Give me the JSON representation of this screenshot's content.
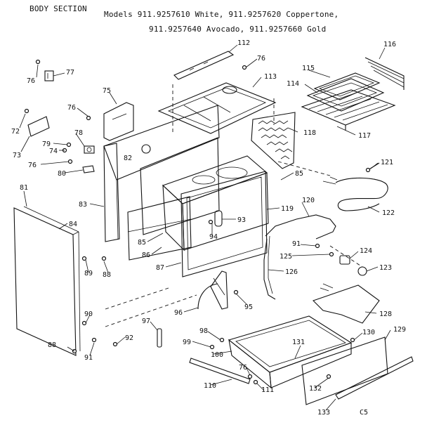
{
  "header": {
    "section": "BODY SECTION",
    "models_line1": "Models 911.9257610 White, 911.9257620 Coppertone,",
    "models_line2": "911.9257640 Avocado, 911.9257660 Gold"
  },
  "corner_code": "C5",
  "callouts": [
    "112",
    "76",
    "116",
    "113",
    "115",
    "114",
    "76",
    "77",
    "75",
    "76",
    "72",
    "78",
    "79",
    "74",
    "73",
    "76",
    "82",
    "80",
    "118",
    "117",
    "121",
    "85",
    "120",
    "119",
    "122",
    "81",
    "83",
    "84",
    "93",
    "85",
    "86",
    "94",
    "91",
    "124",
    "125",
    "123",
    "89",
    "88",
    "87",
    "126",
    "95",
    "96",
    "90",
    "128",
    "97",
    "98",
    "92",
    "130",
    "129",
    "99",
    "100",
    "131",
    "88",
    "91",
    "76",
    "110",
    "111",
    "132",
    "133"
  ]
}
